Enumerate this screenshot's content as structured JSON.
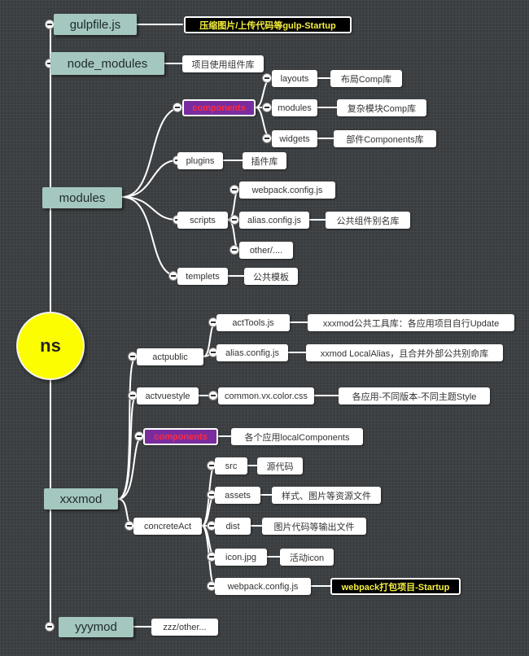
{
  "root": "ns",
  "nodes": {
    "gulpfile": "gulpfile.js",
    "gulpfile_note": "压缩图片/上传代码等gulp-Startup",
    "node_modules": "node_modules",
    "node_modules_note": "项目使用组件库",
    "modules": "modules",
    "m_components": "components",
    "layouts": "layouts",
    "layouts_note": "布局Comp库",
    "mods": "modules",
    "mods_note": "复杂模块Comp库",
    "widgets": "widgets",
    "widgets_note": "部件Components库",
    "plugins": "plugins",
    "plugins_note": "插件库",
    "scripts": "scripts",
    "webpack_config": "webpack.config.js",
    "alias_config": "alias.config.js",
    "alias_config_note": "公共组件别名库",
    "other": "other/....",
    "templets": "templets",
    "templets_note": "公共模板",
    "xxxmod": "xxxmod",
    "actpublic": "actpublic",
    "acttools": "actTools.js",
    "acttools_note": "xxxmod公共工具库：各应用项目自行Update",
    "act_alias": "alias.config.js",
    "act_alias_note": "xxmod LocalAlias，且合并外部公共别命库",
    "actvuestyle": "actvuestyle",
    "common_css": "common.vx.color.css",
    "common_css_note": "各应用-不同版本-不同主题Style",
    "x_components": "components",
    "x_components_note": "各个应用localComponents",
    "concreteact": "concreteAct",
    "src": "src",
    "src_note": "源代码",
    "assets": "assets",
    "assets_note": "样式、图片等资源文件",
    "dist": "dist",
    "dist_note": "图片代码等输出文件",
    "icon": "icon.jpg",
    "icon_note": "活动icon",
    "act_webpack": "webpack.config.js",
    "act_webpack_note": "webpack打包项目-Startup",
    "yyymod": "yyymod",
    "yyymod_note": "zzz/other..."
  },
  "colors": {
    "background": "#3a3d3f",
    "root_fill": "#fdfd02",
    "main_node": "#a4c7bf",
    "highlight_dark": "#000000",
    "highlight_text": "#f5ef3d",
    "highlight_purple": "#7a2c9e",
    "purple_text": "#ff2a3d",
    "connector": "#ffffff"
  },
  "icons": {
    "toggle": "collapse-minus-icon"
  }
}
